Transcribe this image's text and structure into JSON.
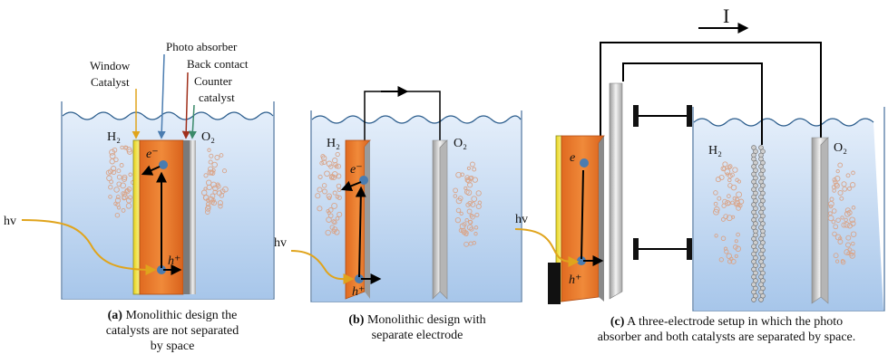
{
  "panel_a": {
    "labels": {
      "window": "Window",
      "catalyst": "Catalyst",
      "photo_absorber": "Photo absorber",
      "back_contact": "Back contact",
      "counter": "Counter",
      "catalyst2": "catalyst",
      "h2": "H₂",
      "o2": "O₂",
      "electron": "e⁻",
      "hole": "h⁺",
      "hv": "hv"
    },
    "caption": {
      "tag": "(a)",
      "line1": " Monolithic design the",
      "line2": "catalysts are not separated",
      "line3": "by space"
    }
  },
  "panel_b": {
    "labels": {
      "h2": "H₂",
      "o2": "O₂",
      "electron": "e⁻",
      "hole": "h⁺",
      "hv": "hv"
    },
    "caption": {
      "tag": "(b)",
      "line1": " Monolithic design with",
      "line2": "separate electrode"
    }
  },
  "panel_c": {
    "labels": {
      "current": "I",
      "h2": "H₂",
      "o2": "O₂",
      "electron": "e",
      "hole": "h⁺",
      "hv": "hv"
    },
    "caption": {
      "tag": "(c)",
      "line1": " A three-electrode setup in which the photo",
      "line2": "absorber and both catalysts are separated by space."
    }
  },
  "colors": {
    "water": "#cfe0f4",
    "water_deep": "#a9c8ea",
    "absorber": "#e8742a",
    "window": "#f0ee4c",
    "electrode": "#c9c9c9",
    "dot": "#4a7cb0",
    "hv_line": "#e0a41c"
  }
}
